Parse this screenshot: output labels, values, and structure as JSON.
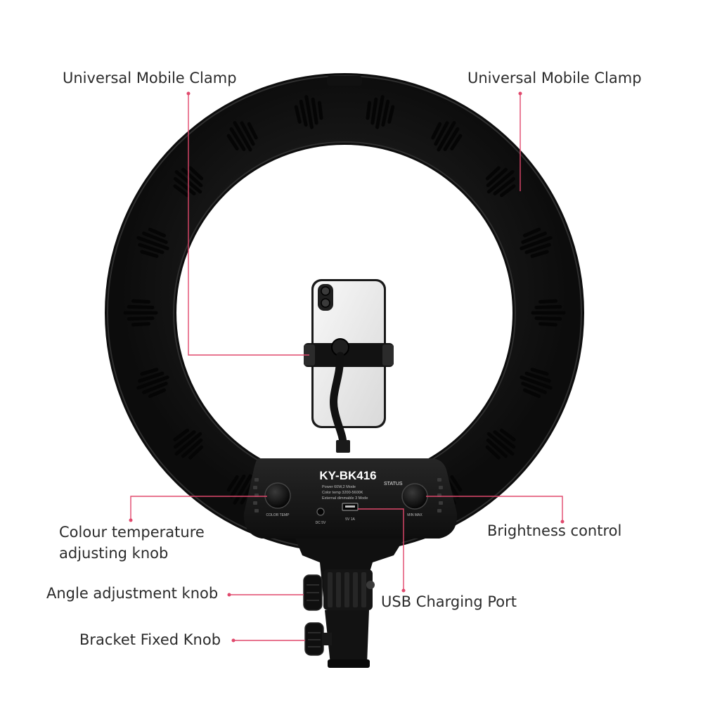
{
  "product": {
    "model": "KY-BK416",
    "panel_lines": [
      "Power 60W,2 Mode",
      "Color temp 3200-5600K",
      "External dimmable 3 Mode"
    ],
    "status_label": "STATUS",
    "left_knob_caption": "COLOR TEMP",
    "dc_label": "DC 5V",
    "usb_label": "5V 1A",
    "right_knob_caption": "MIN MAX"
  },
  "callouts": {
    "clamp_left": "Universal Mobile Clamp",
    "clamp_right": "Universal Mobile Clamp",
    "colour_temp_line1": "Colour temperature",
    "colour_temp_line2": "adjusting knob",
    "brightness": "Brightness control",
    "angle_knob": "Angle adjustment knob",
    "usb_port": "USB Charging Port",
    "bracket_knob": "Bracket Fixed Knob"
  },
  "colors": {
    "accent_leader": "#e0486c",
    "ring_body": "#111111",
    "ring_groove": "#1f1f1f",
    "label_text": "#2b2b2b",
    "background": "#ffffff"
  }
}
